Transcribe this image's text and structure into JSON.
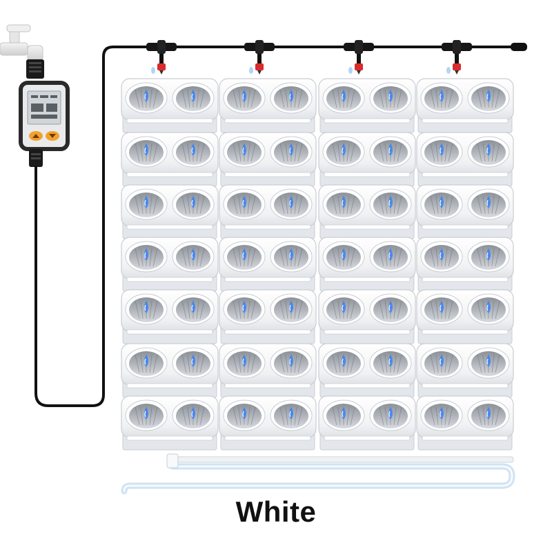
{
  "caption": "White",
  "product": {
    "planter_color": "#ffffff",
    "planter_shade": "#e3e6ea",
    "planter_outline": "#c9cdd3",
    "columns": 4,
    "rows": 7,
    "pockets_per_planter": 2,
    "water_drop_color": "#3b82f6",
    "hose_color": "#111111",
    "drain_pipe_color": "#cfe3f3",
    "connector_accent": "#d92b2b"
  },
  "timer": {
    "body_color": "#e9eaec",
    "screen_color": "#cfd5d8",
    "button_color": "#f2a12d"
  }
}
